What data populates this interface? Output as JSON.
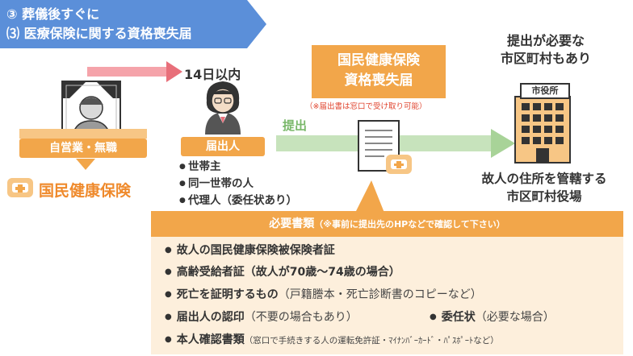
{
  "banner": {
    "line1": "③ 葬儀後すぐに",
    "line2": "⑶ 医療保険に関する資格喪失届"
  },
  "deadline": "14日以内",
  "deceased": {
    "label": "自営業・無職",
    "insurance": "国民健康保険"
  },
  "filer": {
    "label": "届出人",
    "items": [
      "世帯主",
      "同一世帯の人",
      "代理人（委任状あり）"
    ]
  },
  "submit_label": "提出",
  "form": {
    "title_line1": "国民健康保険",
    "title_line2": "資格喪失届",
    "note": "（※届出書は窓口で受け取り可能）"
  },
  "city": {
    "note_line1": "提出が必要な",
    "note_line2": "市区町村もあり",
    "sign": "市役所",
    "desc_line1": "故人の住所を管轄する",
    "desc_line2": "市区町村役場"
  },
  "docs": {
    "heading": "必要書類",
    "heading_note": "（※事前に提出先のHPなどで確認して下さい）",
    "items": [
      {
        "main": "故人の国民健康保険被保険者証",
        "note": ""
      },
      {
        "main": "高齢受給者証（故人が70歳～74歳の場合）",
        "note": ""
      },
      {
        "main": "死亡を証明するもの",
        "note": "（戸籍謄本・死亡診断書のコピーなど）"
      },
      {
        "main": "届出人の認印",
        "note": "（不要の場合もあり）"
      },
      {
        "main": "委任状",
        "note": "（必要な場合）"
      },
      {
        "main": "本人確認書類",
        "note": "（窓口で手続きする人の運転免許証・ﾏｲﾅﾝﾊﾞｰｶｰﾄﾞ・ﾊﾟｽﾎﾟｰﾄなど）"
      }
    ]
  },
  "colors": {
    "blue": "#5b8fd9",
    "orange": "#f2a64a",
    "orange_text": "#ef8a2c",
    "green": "#a8d398",
    "pink": "#e86f7a",
    "beige": "#fdefdc"
  }
}
